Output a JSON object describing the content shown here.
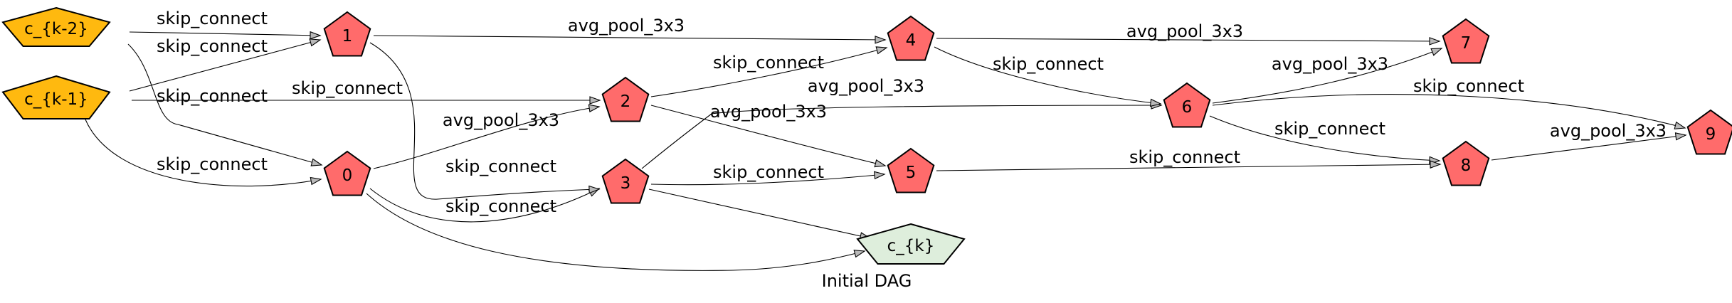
{
  "caption": "Initial DAG",
  "colors": {
    "input_node": "#ffb90f",
    "intermediate_node": "#ff6b6b",
    "output_node": "#deeedc",
    "arrowhead": "#b9b9b9"
  },
  "nodes": [
    {
      "id": "ck2",
      "label": "c_{k-2}",
      "kind": "input"
    },
    {
      "id": "ck1",
      "label": "c_{k-1}",
      "kind": "input"
    },
    {
      "id": "n0",
      "label": "0",
      "kind": "intermediate"
    },
    {
      "id": "n1",
      "label": "1",
      "kind": "intermediate"
    },
    {
      "id": "n2",
      "label": "2",
      "kind": "intermediate"
    },
    {
      "id": "n3",
      "label": "3",
      "kind": "intermediate"
    },
    {
      "id": "n4",
      "label": "4",
      "kind": "intermediate"
    },
    {
      "id": "n5",
      "label": "5",
      "kind": "intermediate"
    },
    {
      "id": "n6",
      "label": "6",
      "kind": "intermediate"
    },
    {
      "id": "n7",
      "label": "7",
      "kind": "intermediate"
    },
    {
      "id": "n8",
      "label": "8",
      "kind": "intermediate"
    },
    {
      "id": "n9",
      "label": "9",
      "kind": "intermediate"
    },
    {
      "id": "ck",
      "label": "c_{k}",
      "kind": "output"
    }
  ],
  "edges": [
    {
      "from": "ck2",
      "to": "n1",
      "label": "skip_connect"
    },
    {
      "from": "ck1",
      "to": "n1",
      "label": "skip_connect"
    },
    {
      "from": "ck2",
      "to": "n0",
      "label": "skip_connect"
    },
    {
      "from": "ck1",
      "to": "n2",
      "label": "skip_connect"
    },
    {
      "from": "ck1",
      "to": "n0",
      "label": "skip_connect"
    },
    {
      "from": "n0",
      "to": "n2",
      "label": "avg_pool_3x3"
    },
    {
      "from": "n0",
      "to": "n3",
      "label": "skip_connect"
    },
    {
      "from": "n0",
      "to": "ck",
      "label": ""
    },
    {
      "from": "n1",
      "to": "n4",
      "label": "avg_pool_3x3"
    },
    {
      "from": "n1",
      "to": "n3",
      "label": "skip_connect"
    },
    {
      "from": "n2",
      "to": "n4",
      "label": "skip_connect"
    },
    {
      "from": "n2",
      "to": "n5",
      "label": "avg_pool_3x3"
    },
    {
      "from": "n3",
      "to": "n6",
      "label": "avg_pool_3x3"
    },
    {
      "from": "n3",
      "to": "n5",
      "label": "skip_connect"
    },
    {
      "from": "n3",
      "to": "ck",
      "label": ""
    },
    {
      "from": "n4",
      "to": "n7",
      "label": "avg_pool_3x3"
    },
    {
      "from": "n4",
      "to": "n6",
      "label": "skip_connect"
    },
    {
      "from": "n6",
      "to": "n7",
      "label": "avg_pool_3x3"
    },
    {
      "from": "n6",
      "to": "n9",
      "label": "skip_connect"
    },
    {
      "from": "n6",
      "to": "n8",
      "label": "skip_connect"
    },
    {
      "from": "n5",
      "to": "n8",
      "label": "skip_connect"
    },
    {
      "from": "n8",
      "to": "n9",
      "label": "avg_pool_3x3"
    }
  ]
}
